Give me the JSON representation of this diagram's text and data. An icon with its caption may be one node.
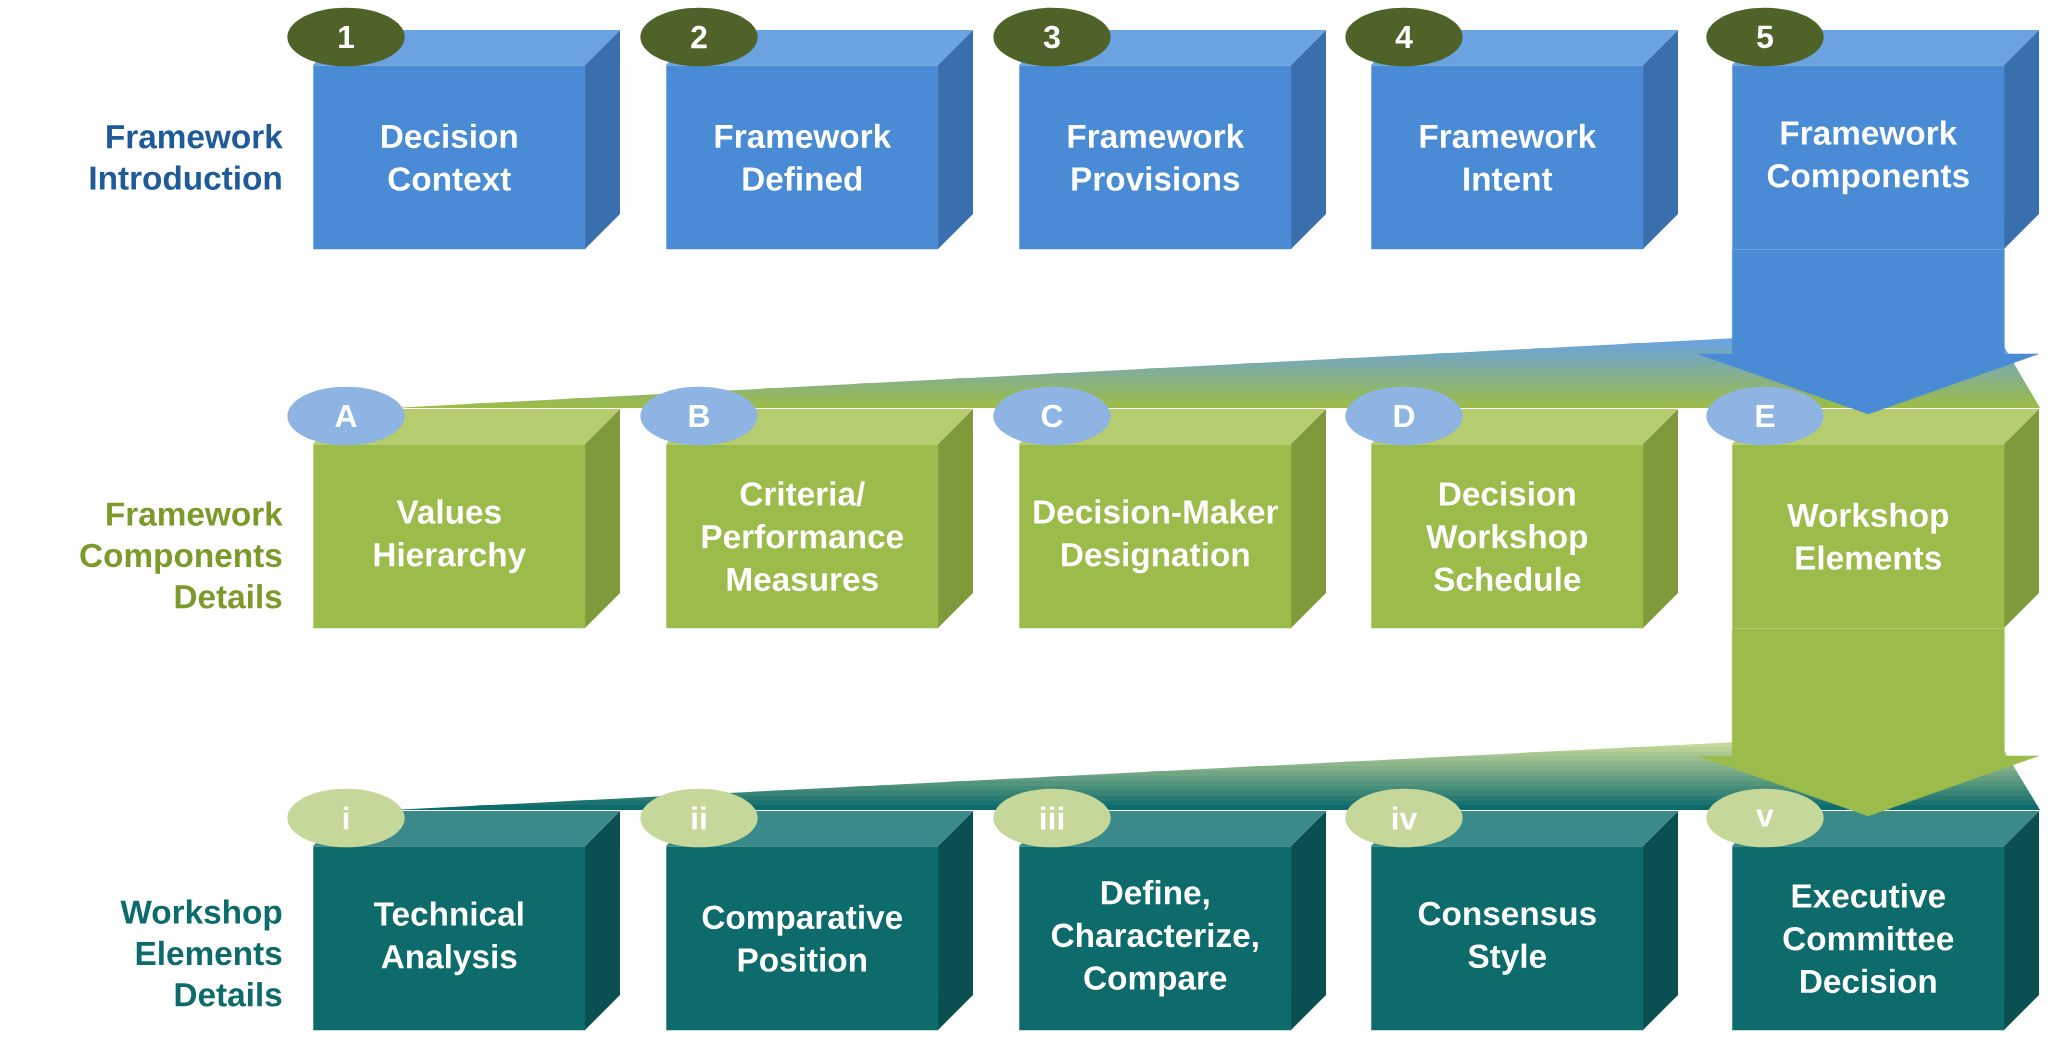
{
  "diagram": {
    "nodes": [
      {
        "text": [
          "1",
          "Decision Context"
        ]
      },
      {
        "text": [
          "2",
          "Framework Defined"
        ]
      },
      {
        "text": [
          "3",
          "Framework Provisions"
        ]
      },
      {
        "text": [
          "4",
          "Framework Intent"
        ]
      },
      {
        "text": [
          "5",
          "Framework Components"
        ]
      },
      {
        "text": [
          "A",
          "Values Hierarchy"
        ]
      },
      {
        "text": [
          "B",
          "Criteria/ Performance Measures"
        ]
      },
      {
        "text": [
          "C",
          "Decision-Maker Designation"
        ]
      },
      {
        "text": [
          "D",
          "Decision Workshop Schedule"
        ]
      },
      {
        "text": [
          "E",
          "Workshop Elements"
        ]
      },
      {
        "text": [
          "i",
          "Technical Analysis"
        ]
      },
      {
        "text": [
          "ii",
          "Comparative Position"
        ]
      },
      {
        "text": [
          "iii",
          "Define, Characterize, Compare"
        ]
      },
      {
        "text": [
          "iv",
          "Consensus Style"
        ]
      },
      {
        "text": [
          "v",
          "Executive Committee Decision"
        ]
      }
    ],
    "edges": [
      {
        "from": 4,
        "to": 9,
        "arrow": "to",
        "color": "#4a8bd6"
      },
      {
        "from": 9,
        "to": 14,
        "arrow": "to",
        "color": "#9bbb4a"
      }
    ],
    "labels": [
      "Framework Introduction",
      "Framework Components Details",
      "Workshop Elements Details"
    ]
  }
}
